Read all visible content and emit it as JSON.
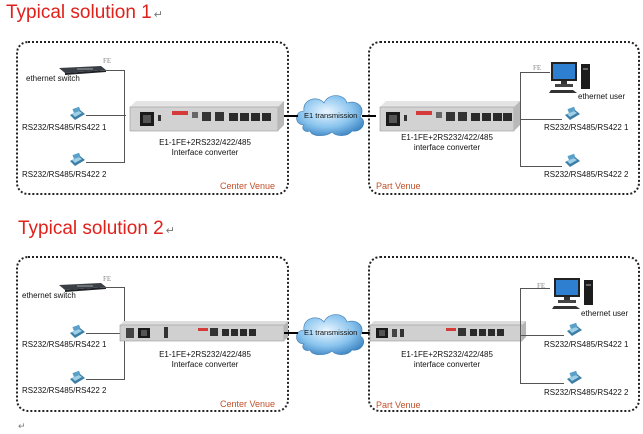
{
  "solution1": {
    "title": "Typical solution 1",
    "left": {
      "switch_label": "ethernet switch",
      "fe_label": "FE",
      "serial1_label": "RS232/RS485/RS422 1",
      "serial2_label": "RS232/RS485/RS422 2",
      "device_line1": "E1-1FE+2RS232/422/485",
      "device_line2": "Interface converter",
      "venue": "Center Venue"
    },
    "cloud_label": "E1 transmission",
    "right": {
      "fe_label": "FE",
      "user_label": "ethernet user",
      "serial1_label": "RS232/RS485/RS422 1",
      "serial2_label": "RS232/RS485/RS422 2",
      "device_line1": "E1-1FE+2RS232/422/485",
      "device_line2": "interface converter",
      "venue": "Part Venue"
    }
  },
  "solution2": {
    "title": "Typical solution 2",
    "left": {
      "switch_label": "ethernet switch",
      "fe_label": "FE",
      "serial1_label": "RS232/RS485/RS422 1",
      "serial2_label": "RS232/RS485/RS422 2",
      "device_line1": "E1-1FE+2RS232/422/485",
      "device_line2": "Interface converter",
      "venue": "Center Venue"
    },
    "cloud_label": "E1 transmission",
    "right": {
      "fe_label": "FE",
      "user_label": "ethernet user",
      "serial1_label": "RS232/RS485/RS422 1",
      "serial2_label": "RS232/RS485/RS422 2",
      "device_line1": "E1-1FE+2RS232/422/485",
      "device_line2": "interface converter",
      "venue": "Part Venue"
    }
  },
  "paragraph_mark": "↵"
}
